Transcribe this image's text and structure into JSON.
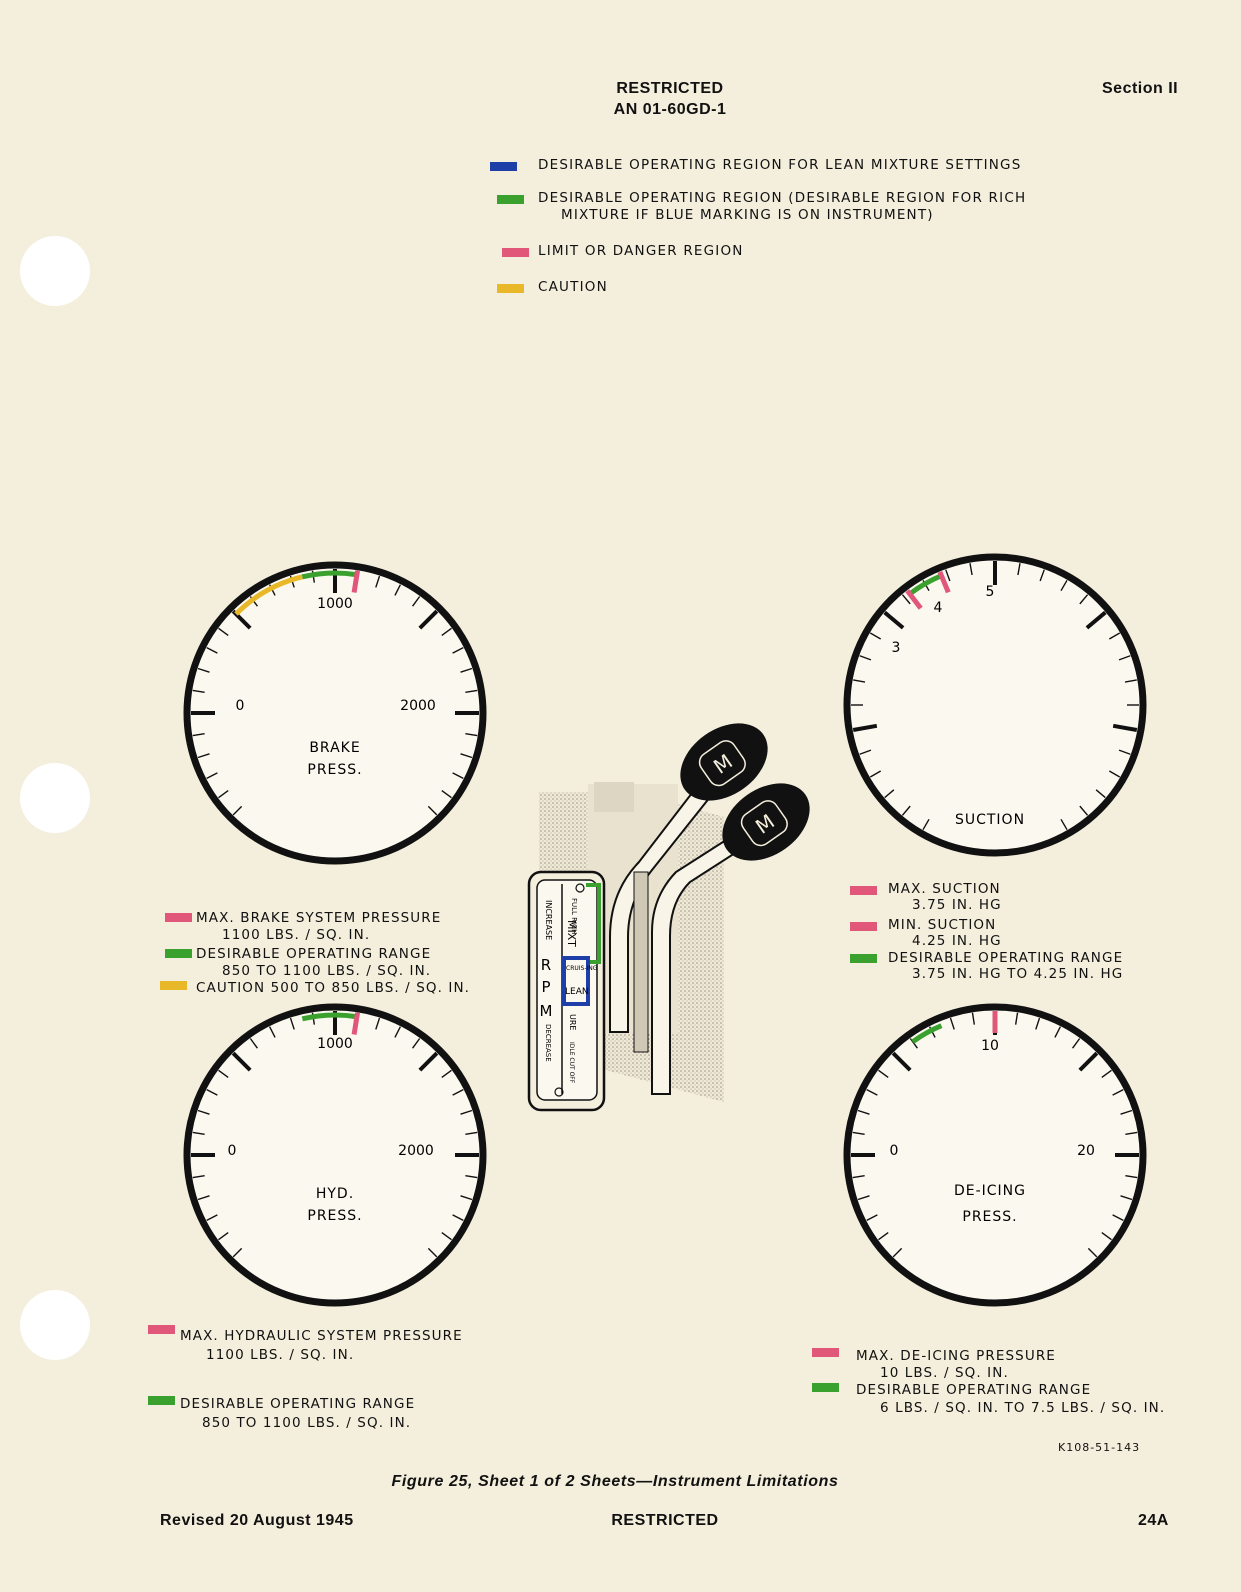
{
  "header": {
    "restricted": "RESTRICTED",
    "doc_number": "AN 01-60GD-1",
    "section": "Section II"
  },
  "legend": [
    {
      "color": "#1f3fa8",
      "text": "DESIRABLE OPERATING REGION FOR LEAN MIXTURE SETTINGS",
      "text2": ""
    },
    {
      "color": "#3aa12e",
      "text": "DESIRABLE OPERATING REGION (DESIRABLE REGION FOR RICH",
      "text2": "MIXTURE IF BLUE MARKING IS ON INSTRUMENT)"
    },
    {
      "color": "#e0577a",
      "text": "LIMIT OR DANGER REGION",
      "text2": ""
    },
    {
      "color": "#e8b828",
      "text": "CAUTION",
      "text2": ""
    }
  ],
  "gauges": {
    "brake": {
      "label1": "BRAKE",
      "label2": "PRESS.",
      "scale": {
        "zero": "0",
        "mid": "1000",
        "max": "2000"
      },
      "notes": [
        {
          "color": "#e0577a",
          "line1": "MAX. BRAKE SYSTEM PRESSURE",
          "line2": "1100 LBS. / SQ. IN."
        },
        {
          "color": "#3aa12e",
          "line1": "DESIRABLE OPERATING RANGE",
          "line2": "850 TO 1100 LBS. / SQ. IN."
        },
        {
          "color": "#e8b828",
          "line1": "CAUTION  500 TO 850 LBS. / SQ. IN.",
          "line2": ""
        }
      ]
    },
    "suction": {
      "label1": "SUCTION",
      "scale": {
        "three": "3",
        "four": "4",
        "five": "5"
      },
      "notes": [
        {
          "color": "#e0577a",
          "line1": "MAX. SUCTION",
          "line2": "3.75 IN. HG"
        },
        {
          "color": "#e0577a",
          "line1": "MIN. SUCTION",
          "line2": "4.25 IN. HG"
        },
        {
          "color": "#3aa12e",
          "line1": "DESIRABLE  OPERATING RANGE",
          "line2": "3.75 IN. HG TO 4.25 IN. HG"
        }
      ]
    },
    "hyd": {
      "label1": "HYD.",
      "label2": "PRESS.",
      "scale": {
        "zero": "0",
        "mid": "1000",
        "max": "2000"
      },
      "notes": [
        {
          "color": "#e0577a",
          "line1": "MAX. HYDRAULIC SYSTEM PRESSURE",
          "line2": "1100 LBS. / SQ. IN."
        },
        {
          "color": "#3aa12e",
          "line1": "DESIRABLE OPERATING RANGE",
          "line2": "850 TO 1100 LBS. / SQ. IN."
        }
      ]
    },
    "deicing": {
      "label1": "DE-ICING",
      "label2": "PRESS.",
      "scale": {
        "zero": "0",
        "mid": "10",
        "max": "20"
      },
      "notes": [
        {
          "color": "#e0577a",
          "line1": "MAX. DE-ICING PRESSURE",
          "line2": "10 LBS. / SQ. IN."
        },
        {
          "color": "#3aa12e",
          "line1": "DESIRABLE OPERATING RANGE",
          "line2": "6 LBS. / SQ. IN. TO 7.5 LBS. / SQ. IN."
        }
      ]
    }
  },
  "quadrant": {
    "increase": "INCREASE",
    "rpm_r": "R",
    "rpm_p": "P",
    "rpm_m": "M",
    "decrease": "DECREASE",
    "full_rich": "FULL RICH",
    "mixt": "MIXT",
    "cruising": "CRUIS-ING",
    "lean": "LEAN",
    "ure": "URE",
    "idle": "IDLE CUT OFF",
    "knob_letter": "M"
  },
  "figure_id": "K108-51-143",
  "caption": "Figure 25, Sheet 1 of 2 Sheets—Instrument Limitations",
  "footer": {
    "revised": "Revised 20 August 1945",
    "restricted": "RESTRICTED",
    "page": "24A"
  }
}
